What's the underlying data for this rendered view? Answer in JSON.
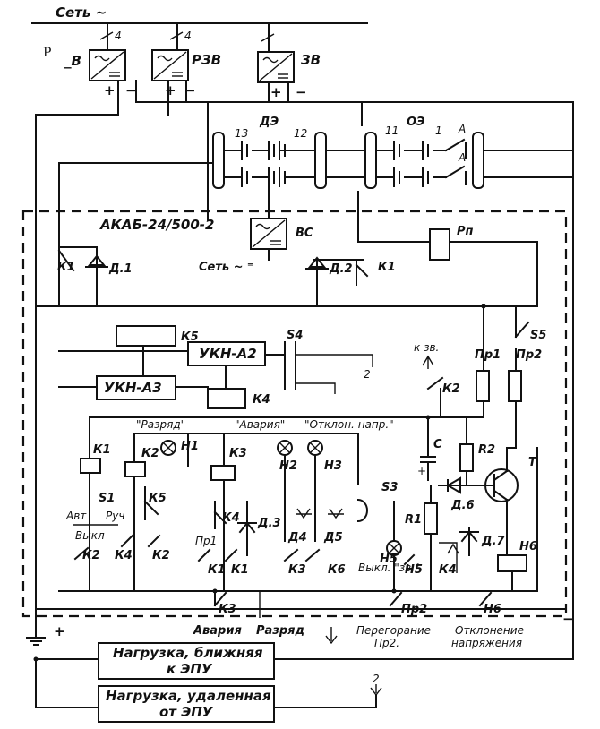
{
  "header": {
    "mains": "Сеть ~",
    "stray_letter": "Р"
  },
  "top_units": [
    {
      "id": "unit-v",
      "label": "_В",
      "fuse": "4"
    },
    {
      "id": "unit-rzv",
      "label": "РЗВ",
      "fuse": "4"
    },
    {
      "id": "unit-zv",
      "label": "ЗВ",
      "fuse": ""
    }
  ],
  "polarity": {
    "plus": "+",
    "minus": "−"
  },
  "batteries": {
    "main": "ДЭ",
    "aux": "ОЭ",
    "n13": "13",
    "n12": "12",
    "n11": "11",
    "n1": "1",
    "switch": "А"
  },
  "cabinet": {
    "title": "АКАБ-24/500-2",
    "rectifier": "ВС",
    "mains_local": "Сеть ~ ⁼",
    "relay_rp": "Рп"
  },
  "diodes": {
    "d1": "Д.1",
    "d2": "Д.2",
    "d3": "Д.3",
    "d4": "Д4",
    "d5": "Д5",
    "d6": "Д.6",
    "d7": "Д.7"
  },
  "relays": {
    "k1": "К1",
    "k2": "К2",
    "k3": "К3",
    "k4": "К4",
    "k5": "К5",
    "k6": "К6",
    "h6": "Н6"
  },
  "blocks": {
    "ukn_a2": "УКН-А2",
    "ukn_a3": "УКН-А3"
  },
  "switches": {
    "s1": "S1",
    "s3": "S3",
    "s4": "S4",
    "s5": "S5",
    "avt": "Авт",
    "ruch": "Руч",
    "vykl": "Выкл",
    "vykl_zv": "Выкл. \"зв.\""
  },
  "fuses": {
    "pr1": "Пр1",
    "pr2": "Пр2"
  },
  "components": {
    "c": "С",
    "r1": "R1",
    "r2": "R2",
    "t": "Т",
    "k_zv": "к зв."
  },
  "lamps": {
    "h1": "Н1",
    "h2": "Н2",
    "h3": "Н3",
    "h5": "Н5"
  },
  "signals": {
    "discharge": "\"Разряд\"",
    "alarm": "\"Авария\"",
    "deviation": "\"Отклон. напр.\""
  },
  "bottom_labels": {
    "alarm": "Авария",
    "discharge": "Разряд",
    "burnout_1": "Перегорание",
    "burnout_2": "Пр2.",
    "deviation_1": "Отклонение",
    "deviation_2": "напряжения",
    "num2": "2"
  },
  "loads": {
    "near": [
      "Нагрузка, ближняя",
      "к ЭПУ"
    ],
    "far": [
      "Нагрузка, удаленная",
      "от ЭПУ"
    ]
  }
}
